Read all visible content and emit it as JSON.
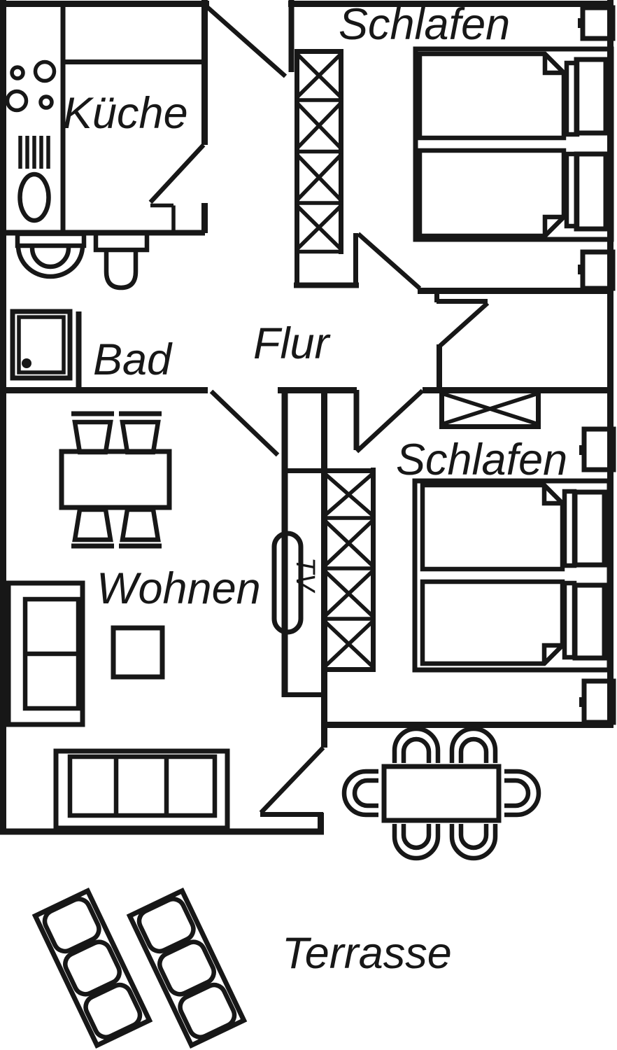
{
  "floorplan": {
    "labels": {
      "kitchen": "Küche",
      "bedroom_top": "Schlafen",
      "bathroom": "Bad",
      "hallway": "Flur",
      "living_room": "Wohnen",
      "bedroom_bottom": "Schlafen",
      "terrace": "Terrasse",
      "tv": "TV"
    },
    "colors": {
      "line": "#171717",
      "background": "#ffffff"
    }
  }
}
